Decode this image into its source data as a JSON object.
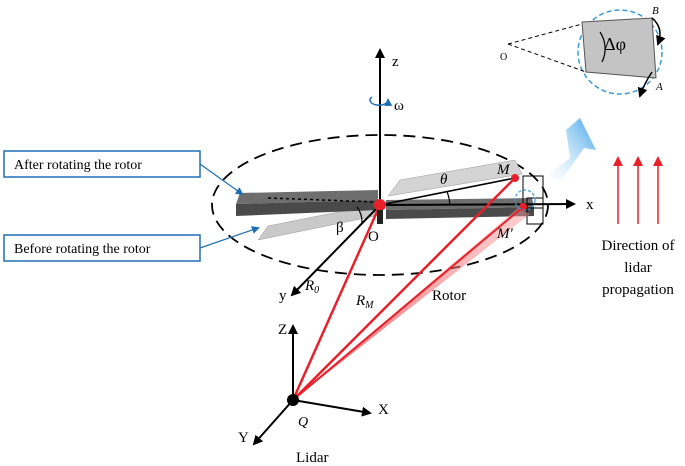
{
  "callouts": {
    "after": "After rotating the rotor",
    "before": "Before rotating the rotor"
  },
  "axes": {
    "z": "z",
    "x": "x",
    "y": "y",
    "origin": "O",
    "omega": "ω",
    "Z": "Z",
    "X": "X",
    "Y": "Y",
    "Q": "Q"
  },
  "labels": {
    "M": "M",
    "M_prime": "M'",
    "theta": "θ",
    "beta": "β",
    "R0": "R",
    "R0_sub": "0",
    "RM": "R",
    "RM_sub": "M",
    "rotor": "Rotor",
    "lidar": "Lidar"
  },
  "inset": {
    "delta_phi": "Δφ",
    "O": "O",
    "A": "A",
    "B": "B"
  },
  "direction": {
    "line1": "Direction of",
    "line2": "lidar",
    "line3": "propagation"
  },
  "colors": {
    "red": "#e8202a",
    "blue_callout": "#1f6fb5",
    "dashed_circle": "#3a9ad9",
    "gray_dark": "#555555",
    "gray_light": "#bdbdbd"
  }
}
